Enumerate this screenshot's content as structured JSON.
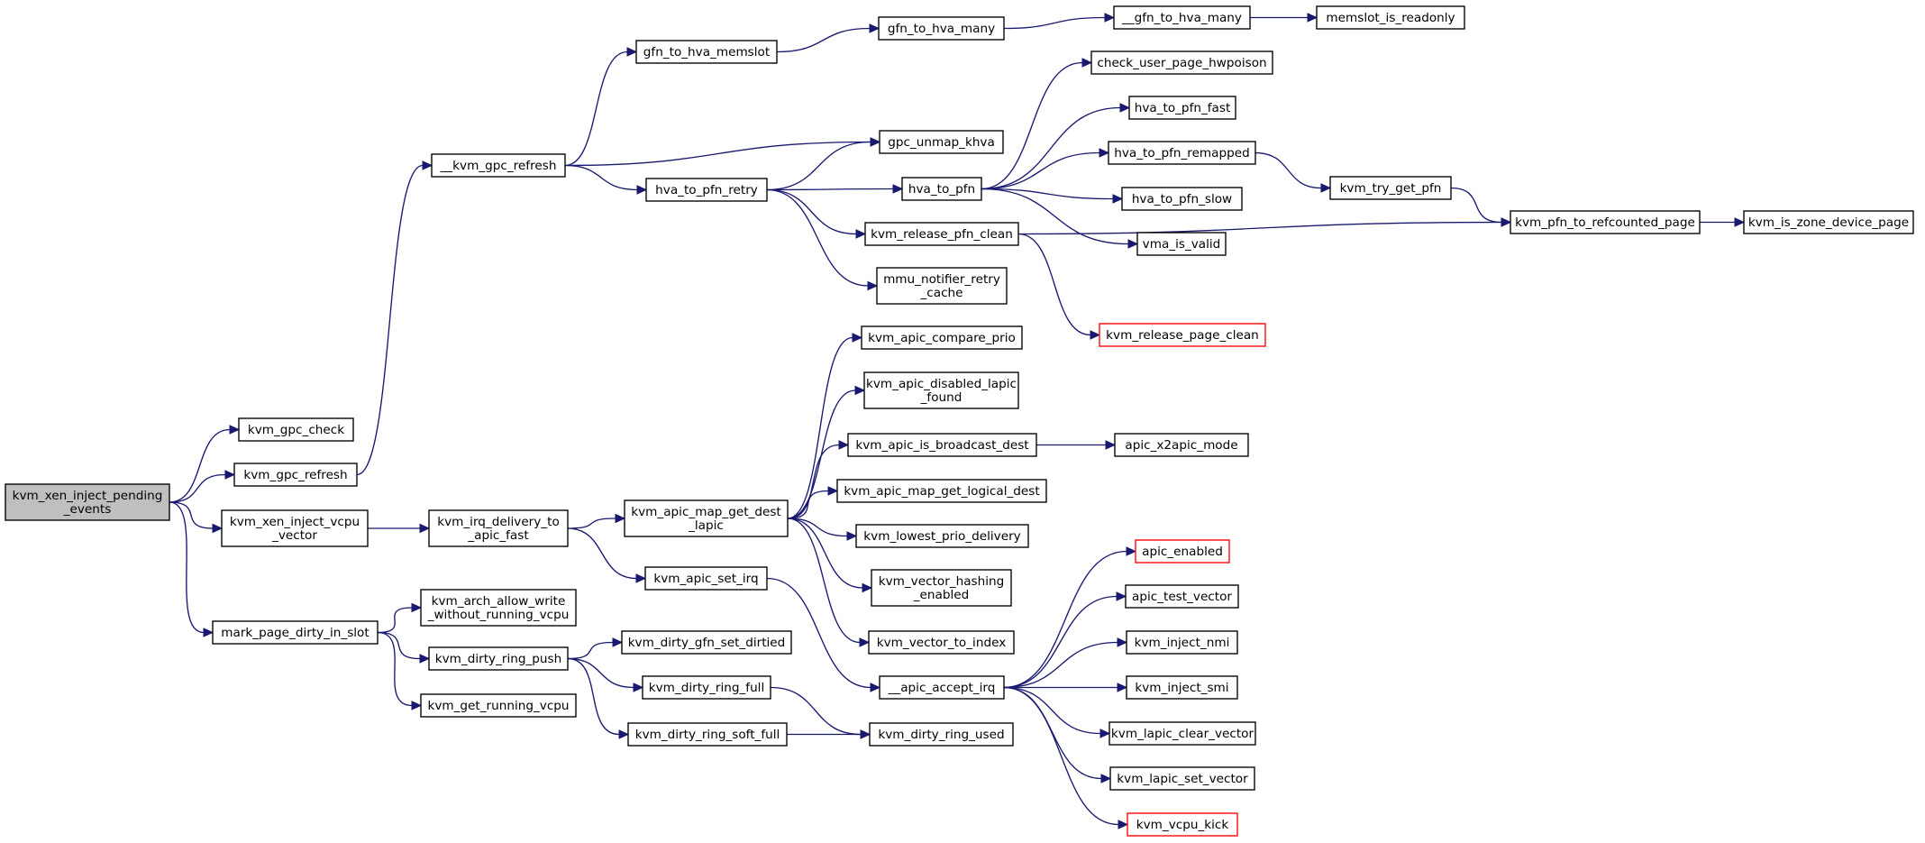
{
  "graph": {
    "nodes": [
      {
        "id": "kvm_xen_inject_pending_events",
        "lines": [
          "kvm_xen_inject_pending",
          "_events"
        ],
        "root": true
      },
      {
        "id": "kvm_gpc_check",
        "lines": [
          "kvm_gpc_check"
        ]
      },
      {
        "id": "kvm_gpc_refresh",
        "lines": [
          "kvm_gpc_refresh"
        ]
      },
      {
        "id": "kvm_xen_inject_vcpu_vector",
        "lines": [
          "kvm_xen_inject_vcpu",
          "_vector"
        ]
      },
      {
        "id": "mark_page_dirty_in_slot",
        "lines": [
          "mark_page_dirty_in_slot"
        ]
      },
      {
        "id": "__kvm_gpc_refresh",
        "lines": [
          "__kvm_gpc_refresh"
        ]
      },
      {
        "id": "kvm_irq_delivery_to_apic_fast",
        "lines": [
          "kvm_irq_delivery_to",
          "_apic_fast"
        ]
      },
      {
        "id": "kvm_arch_allow_write_without_running_vcpu",
        "lines": [
          "kvm_arch_allow_write",
          "_without_running_vcpu"
        ]
      },
      {
        "id": "kvm_dirty_ring_push",
        "lines": [
          "kvm_dirty_ring_push"
        ]
      },
      {
        "id": "kvm_get_running_vcpu",
        "lines": [
          "kvm_get_running_vcpu"
        ]
      },
      {
        "id": "gfn_to_hva_memslot",
        "lines": [
          "gfn_to_hva_memslot"
        ]
      },
      {
        "id": "hva_to_pfn_retry",
        "lines": [
          "hva_to_pfn_retry"
        ]
      },
      {
        "id": "kvm_apic_map_get_dest_lapic",
        "lines": [
          "kvm_apic_map_get_dest",
          "_lapic"
        ]
      },
      {
        "id": "kvm_apic_set_irq",
        "lines": [
          "kvm_apic_set_irq"
        ]
      },
      {
        "id": "kvm_dirty_gfn_set_dirtied",
        "lines": [
          "kvm_dirty_gfn_set_dirtied"
        ]
      },
      {
        "id": "kvm_dirty_ring_full",
        "lines": [
          "kvm_dirty_ring_full"
        ]
      },
      {
        "id": "kvm_dirty_ring_soft_full",
        "lines": [
          "kvm_dirty_ring_soft_full"
        ]
      },
      {
        "id": "gfn_to_hva_many",
        "lines": [
          "gfn_to_hva_many"
        ]
      },
      {
        "id": "gpc_unmap_khva",
        "lines": [
          "gpc_unmap_khva"
        ]
      },
      {
        "id": "hva_to_pfn",
        "lines": [
          "hva_to_pfn"
        ]
      },
      {
        "id": "kvm_release_pfn_clean",
        "lines": [
          "kvm_release_pfn_clean"
        ]
      },
      {
        "id": "mmu_notifier_retry_cache",
        "lines": [
          "mmu_notifier_retry",
          "_cache"
        ]
      },
      {
        "id": "kvm_apic_compare_prio",
        "lines": [
          "kvm_apic_compare_prio"
        ]
      },
      {
        "id": "kvm_apic_disabled_lapic_found",
        "lines": [
          "kvm_apic_disabled_lapic",
          "_found"
        ]
      },
      {
        "id": "kvm_apic_is_broadcast_dest",
        "lines": [
          "kvm_apic_is_broadcast_dest"
        ]
      },
      {
        "id": "kvm_apic_map_get_logical_dest",
        "lines": [
          "kvm_apic_map_get_logical_dest"
        ]
      },
      {
        "id": "kvm_lowest_prio_delivery",
        "lines": [
          "kvm_lowest_prio_delivery"
        ]
      },
      {
        "id": "kvm_vector_hashing_enabled",
        "lines": [
          "kvm_vector_hashing",
          "_enabled"
        ]
      },
      {
        "id": "kvm_vector_to_index",
        "lines": [
          "kvm_vector_to_index"
        ]
      },
      {
        "id": "__apic_accept_irq",
        "lines": [
          "__apic_accept_irq"
        ]
      },
      {
        "id": "kvm_dirty_ring_used",
        "lines": [
          "kvm_dirty_ring_used"
        ]
      },
      {
        "id": "__gfn_to_hva_many",
        "lines": [
          "__gfn_to_hva_many"
        ]
      },
      {
        "id": "check_user_page_hwpoison",
        "lines": [
          "check_user_page_hwpoison"
        ]
      },
      {
        "id": "hva_to_pfn_fast",
        "lines": [
          "hva_to_pfn_fast"
        ]
      },
      {
        "id": "hva_to_pfn_remapped",
        "lines": [
          "hva_to_pfn_remapped"
        ]
      },
      {
        "id": "hva_to_pfn_slow",
        "lines": [
          "hva_to_pfn_slow"
        ]
      },
      {
        "id": "vma_is_valid",
        "lines": [
          "vma_is_valid"
        ]
      },
      {
        "id": "kvm_release_page_clean",
        "lines": [
          "kvm_release_page_clean"
        ],
        "truncated": true
      },
      {
        "id": "apic_x2apic_mode",
        "lines": [
          "apic_x2apic_mode"
        ]
      },
      {
        "id": "apic_enabled",
        "lines": [
          "apic_enabled"
        ],
        "truncated": true
      },
      {
        "id": "apic_test_vector",
        "lines": [
          "apic_test_vector"
        ]
      },
      {
        "id": "kvm_inject_nmi",
        "lines": [
          "kvm_inject_nmi"
        ]
      },
      {
        "id": "kvm_inject_smi",
        "lines": [
          "kvm_inject_smi"
        ]
      },
      {
        "id": "kvm_lapic_clear_vector",
        "lines": [
          "kvm_lapic_clear_vector"
        ]
      },
      {
        "id": "kvm_lapic_set_vector",
        "lines": [
          "kvm_lapic_set_vector"
        ]
      },
      {
        "id": "kvm_vcpu_kick",
        "lines": [
          "kvm_vcpu_kick"
        ],
        "truncated": true
      },
      {
        "id": "memslot_is_readonly",
        "lines": [
          "memslot_is_readonly"
        ]
      },
      {
        "id": "kvm_try_get_pfn",
        "lines": [
          "kvm_try_get_pfn"
        ]
      },
      {
        "id": "kvm_pfn_to_refcounted_page",
        "lines": [
          "kvm_pfn_to_refcounted_page"
        ]
      },
      {
        "id": "kvm_is_zone_device_page",
        "lines": [
          "kvm_is_zone_device_page"
        ]
      }
    ],
    "edges": [
      [
        "kvm_xen_inject_pending_events",
        "kvm_gpc_check"
      ],
      [
        "kvm_xen_inject_pending_events",
        "kvm_gpc_refresh"
      ],
      [
        "kvm_xen_inject_pending_events",
        "kvm_xen_inject_vcpu_vector"
      ],
      [
        "kvm_xen_inject_pending_events",
        "mark_page_dirty_in_slot"
      ],
      [
        "kvm_gpc_refresh",
        "__kvm_gpc_refresh"
      ],
      [
        "kvm_xen_inject_vcpu_vector",
        "kvm_irq_delivery_to_apic_fast"
      ],
      [
        "mark_page_dirty_in_slot",
        "kvm_arch_allow_write_without_running_vcpu"
      ],
      [
        "mark_page_dirty_in_slot",
        "kvm_dirty_ring_push"
      ],
      [
        "mark_page_dirty_in_slot",
        "kvm_get_running_vcpu"
      ],
      [
        "__kvm_gpc_refresh",
        "gfn_to_hva_memslot"
      ],
      [
        "__kvm_gpc_refresh",
        "gpc_unmap_khva"
      ],
      [
        "__kvm_gpc_refresh",
        "hva_to_pfn_retry"
      ],
      [
        "kvm_irq_delivery_to_apic_fast",
        "kvm_apic_map_get_dest_lapic"
      ],
      [
        "kvm_irq_delivery_to_apic_fast",
        "kvm_apic_set_irq"
      ],
      [
        "kvm_dirty_ring_push",
        "kvm_dirty_gfn_set_dirtied"
      ],
      [
        "kvm_dirty_ring_push",
        "kvm_dirty_ring_full"
      ],
      [
        "kvm_dirty_ring_push",
        "kvm_dirty_ring_soft_full"
      ],
      [
        "gfn_to_hva_memslot",
        "gfn_to_hva_many"
      ],
      [
        "hva_to_pfn_retry",
        "gpc_unmap_khva"
      ],
      [
        "hva_to_pfn_retry",
        "hva_to_pfn"
      ],
      [
        "hva_to_pfn_retry",
        "kvm_release_pfn_clean"
      ],
      [
        "hva_to_pfn_retry",
        "mmu_notifier_retry_cache"
      ],
      [
        "kvm_apic_map_get_dest_lapic",
        "kvm_apic_compare_prio"
      ],
      [
        "kvm_apic_map_get_dest_lapic",
        "kvm_apic_disabled_lapic_found"
      ],
      [
        "kvm_apic_map_get_dest_lapic",
        "kvm_apic_is_broadcast_dest"
      ],
      [
        "kvm_apic_map_get_dest_lapic",
        "kvm_apic_map_get_logical_dest"
      ],
      [
        "kvm_apic_map_get_dest_lapic",
        "kvm_lowest_prio_delivery"
      ],
      [
        "kvm_apic_map_get_dest_lapic",
        "kvm_vector_hashing_enabled"
      ],
      [
        "kvm_apic_map_get_dest_lapic",
        "kvm_vector_to_index"
      ],
      [
        "kvm_apic_set_irq",
        "__apic_accept_irq"
      ],
      [
        "kvm_dirty_ring_full",
        "kvm_dirty_ring_used"
      ],
      [
        "kvm_dirty_ring_soft_full",
        "kvm_dirty_ring_used"
      ],
      [
        "gfn_to_hva_many",
        "__gfn_to_hva_many"
      ],
      [
        "hva_to_pfn",
        "check_user_page_hwpoison"
      ],
      [
        "hva_to_pfn",
        "hva_to_pfn_fast"
      ],
      [
        "hva_to_pfn",
        "hva_to_pfn_remapped"
      ],
      [
        "hva_to_pfn",
        "hva_to_pfn_slow"
      ],
      [
        "hva_to_pfn",
        "vma_is_valid"
      ],
      [
        "kvm_release_pfn_clean",
        "kvm_pfn_to_refcounted_page"
      ],
      [
        "kvm_release_pfn_clean",
        "kvm_release_page_clean"
      ],
      [
        "kvm_apic_is_broadcast_dest",
        "apic_x2apic_mode"
      ],
      [
        "__apic_accept_irq",
        "apic_enabled"
      ],
      [
        "__apic_accept_irq",
        "apic_test_vector"
      ],
      [
        "__apic_accept_irq",
        "kvm_inject_nmi"
      ],
      [
        "__apic_accept_irq",
        "kvm_inject_smi"
      ],
      [
        "__apic_accept_irq",
        "kvm_lapic_clear_vector"
      ],
      [
        "__apic_accept_irq",
        "kvm_lapic_set_vector"
      ],
      [
        "__apic_accept_irq",
        "kvm_vcpu_kick"
      ],
      [
        "__gfn_to_hva_many",
        "memslot_is_readonly"
      ],
      [
        "hva_to_pfn_remapped",
        "kvm_try_get_pfn"
      ],
      [
        "kvm_try_get_pfn",
        "kvm_pfn_to_refcounted_page"
      ],
      [
        "kvm_pfn_to_refcounted_page",
        "kvm_is_zone_device_page"
      ]
    ]
  }
}
